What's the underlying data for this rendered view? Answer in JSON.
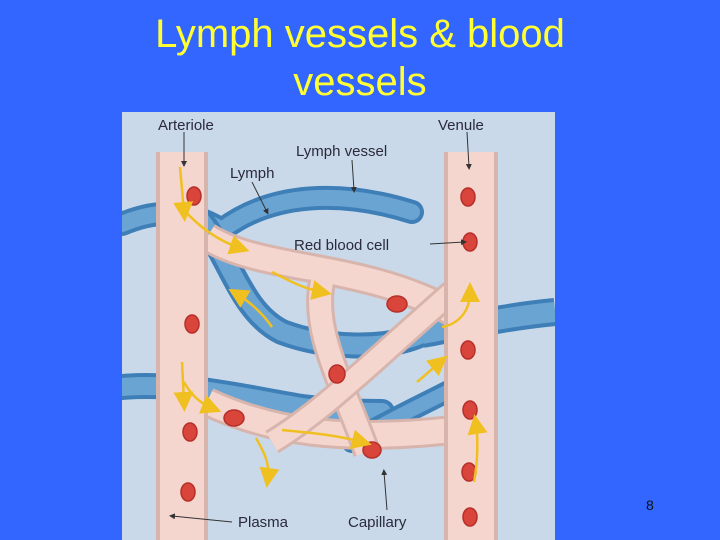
{
  "slide": {
    "title_line1": "Lymph vessels & blood",
    "title_line2": "vessels",
    "page_number": "8"
  },
  "diagram": {
    "labels": {
      "arteriole": "Arteriole",
      "venule": "Venule",
      "lymph_vessel": "Lymph vessel",
      "lymph": "Lymph",
      "red_blood_cell": "Red blood cell",
      "plasma": "Plasma",
      "capillary": "Capillary"
    },
    "colors": {
      "background": "#3366ff",
      "title": "#ffff33",
      "figure_bg": "#c9d9ea",
      "blood_vessel": "#f5d6cf",
      "lymph_vessel": "#5a96c8",
      "red_cell": "#d9453a",
      "flow_arrow": "#f0c020"
    }
  }
}
